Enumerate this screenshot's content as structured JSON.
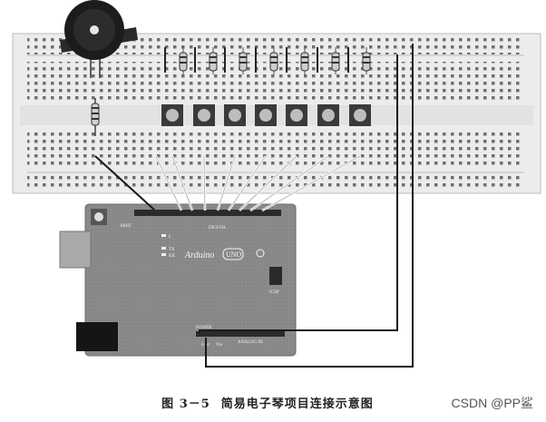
{
  "figure": {
    "board": {
      "brand": "Arduino",
      "model": "UNO",
      "labels": {
        "aref": "AREF",
        "digital": "DIGITAL",
        "tx": "TX",
        "rx": "RX",
        "l": "L",
        "icsp": "ICSP",
        "power": "POWER",
        "analog_in": "ANALOG IN",
        "gnd": "Gnd",
        "vin": "Vin"
      }
    },
    "caption": {
      "figure_no": "图 3－5",
      "title": "简易电子琴项目连接示意图"
    },
    "watermark": "CSDN @PP鲨"
  }
}
